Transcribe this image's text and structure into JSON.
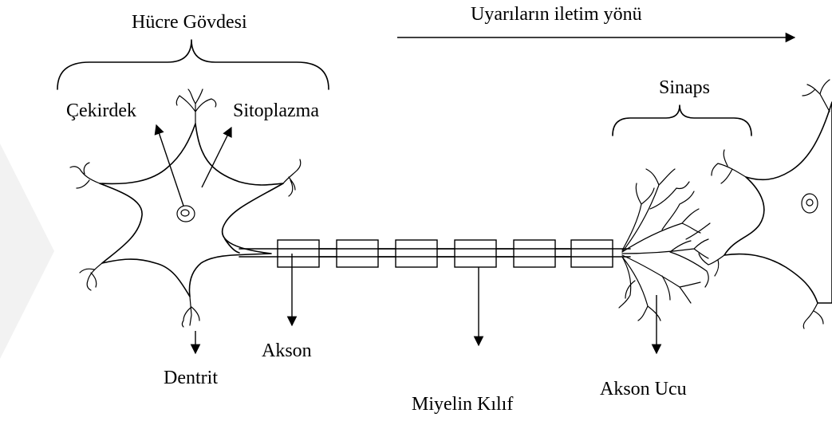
{
  "labels": {
    "cell_body": "Hücre Gövdesi",
    "signal_direction": "Uyarıların iletim yönü",
    "nucleus": "Çekirdek",
    "cytoplasm": "Sitoplazma",
    "synapse": "Sinaps",
    "axon": "Akson",
    "dendrite": "Dentrit",
    "myelin_sheath": "Miyelin Kılıf",
    "axon_terminal": "Akson Ucu"
  },
  "colors": {
    "ink": "#000000",
    "background": "#ffffff",
    "watermark": "#f0f0f0"
  }
}
